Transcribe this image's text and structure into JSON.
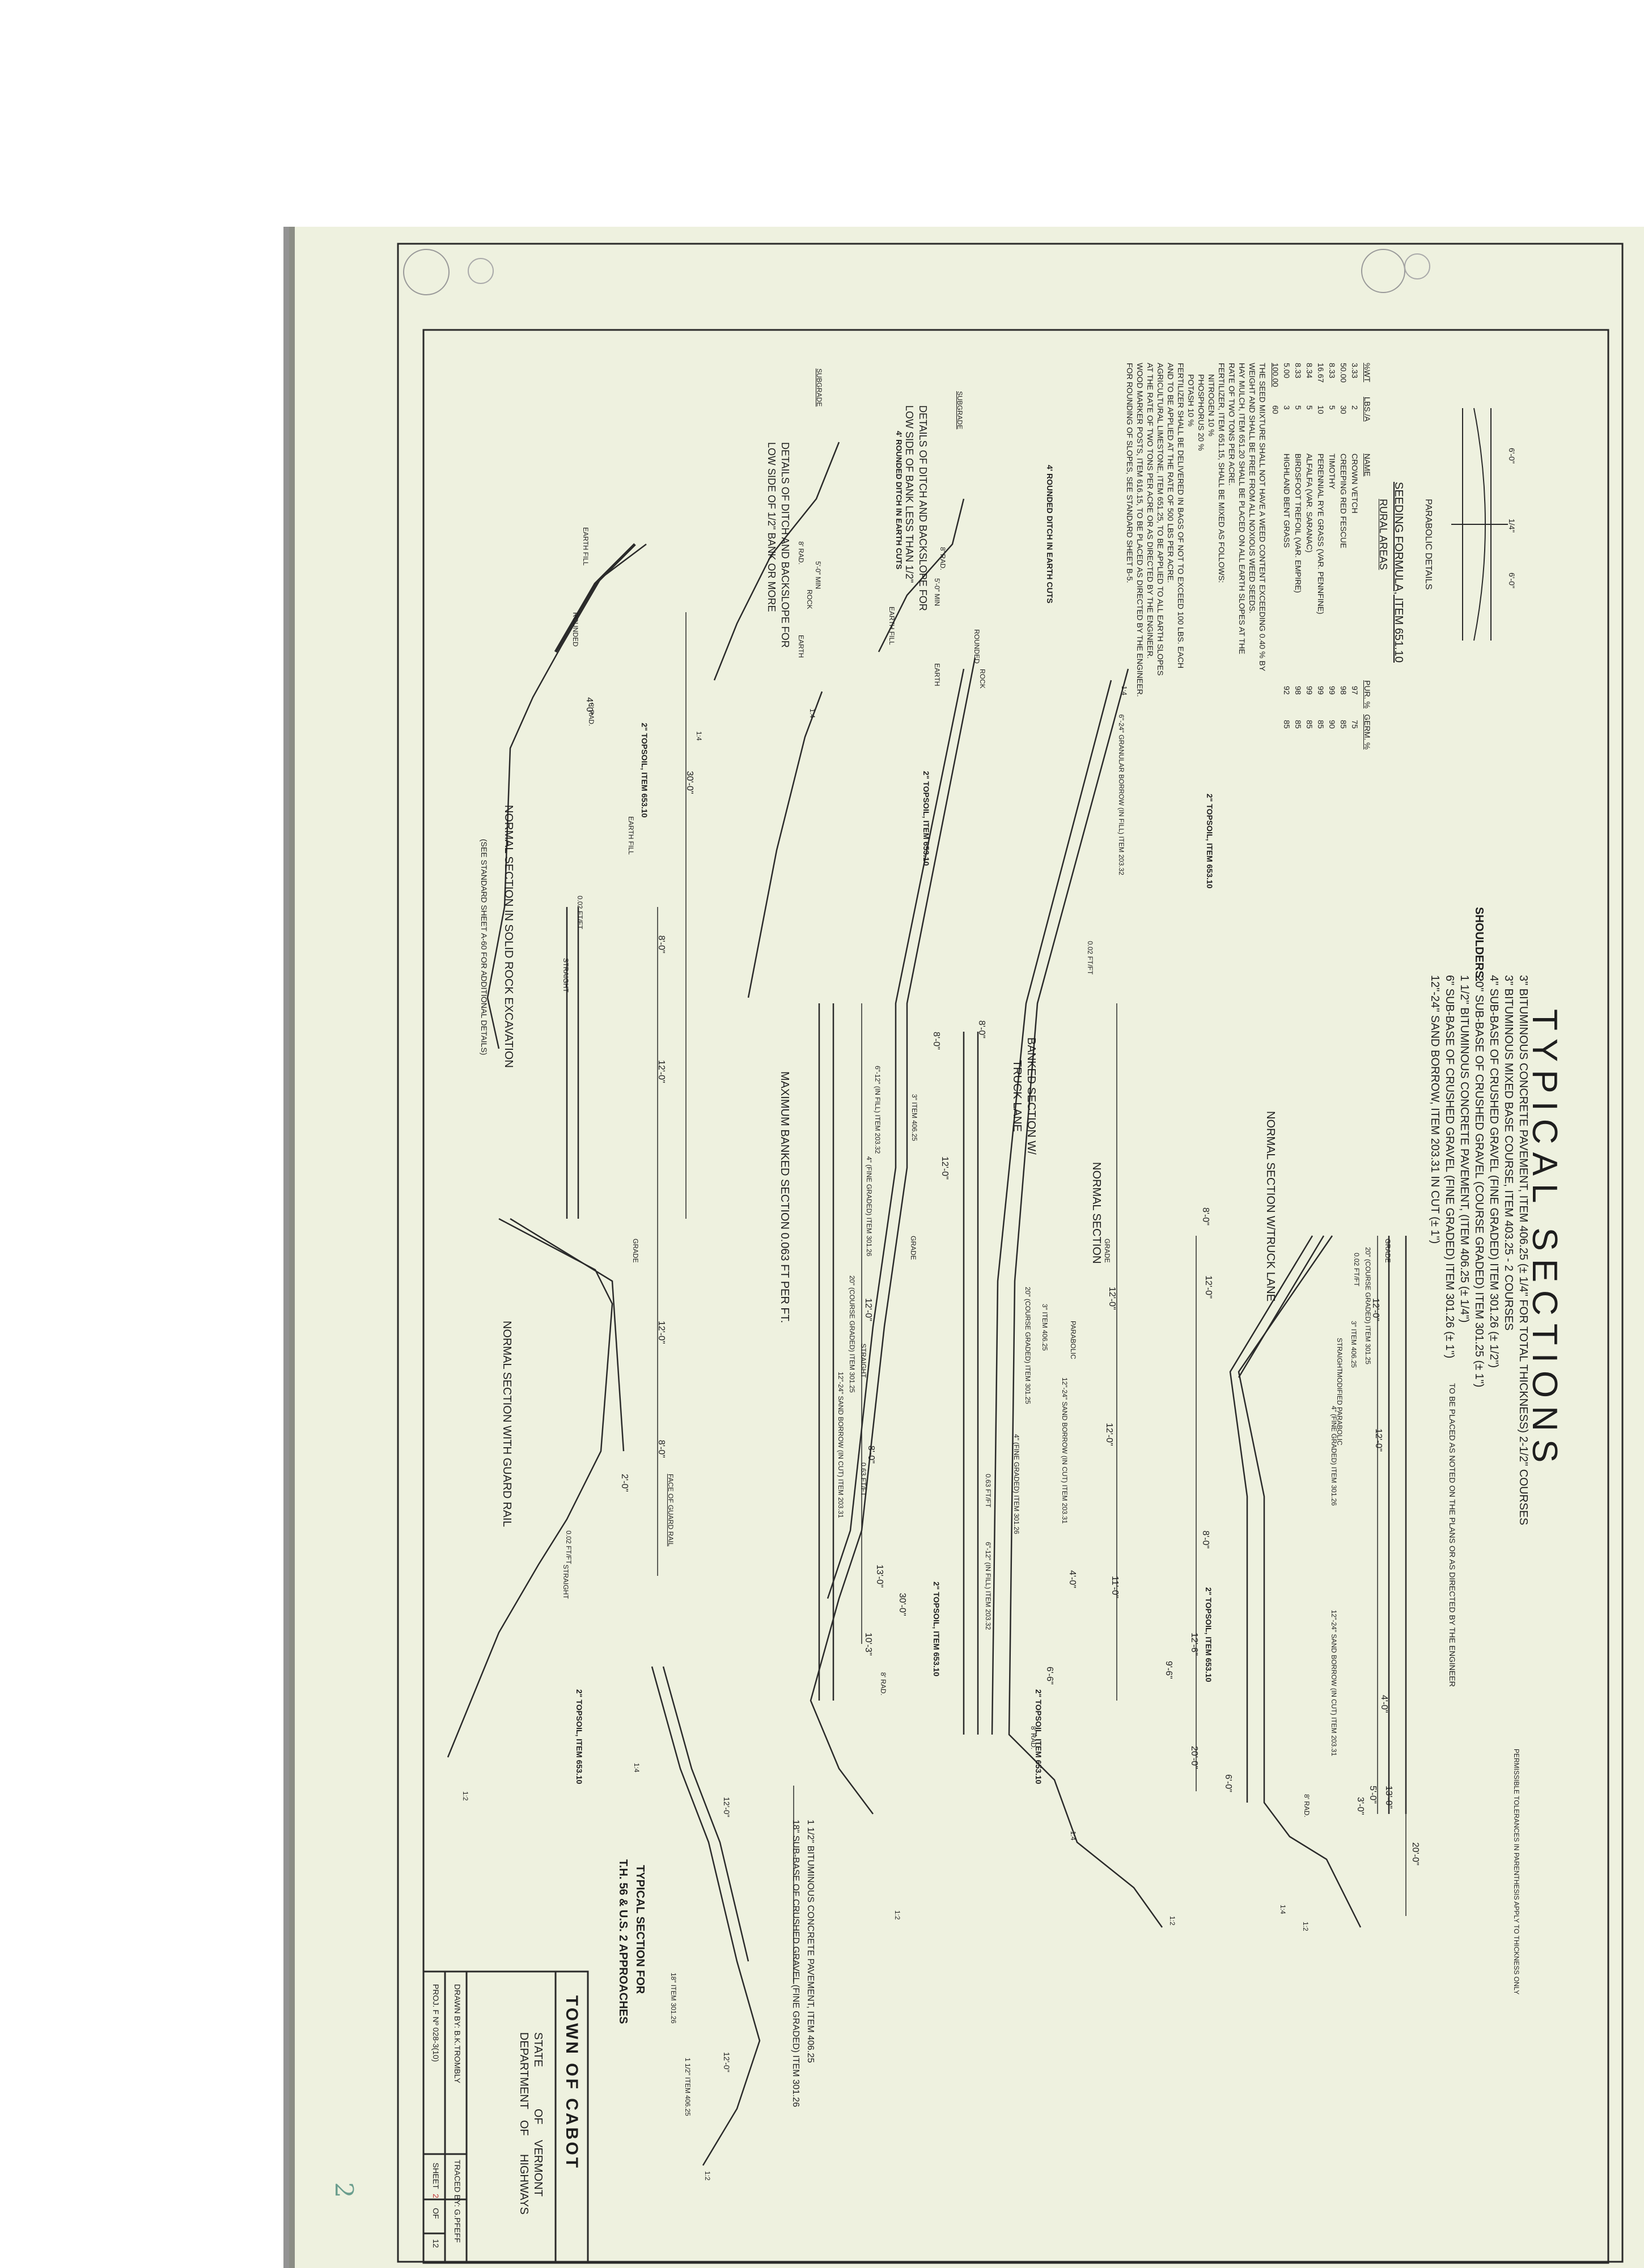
{
  "sheet": {
    "title": "TYPICAL SECTIONS",
    "tolerance_note": "PERMISSIBLE TOLERANCES IN PARENTHESIS APPLY TO THICKNESS ONLY",
    "page_mark": "2"
  },
  "notes": {
    "pavement_lines": [
      "3\" BITUMINOUS CONCRETE PAVEMENT, ITEM 406.25 (± 1/4\" FOR TOTAL THICKNESS) 2-1/2\" COURSES",
      "3\" BITUMINOUS MIXED BASE COURSE, ITEM 403.25 - 2 COURSES",
      "4\" SUB-BASE OF CRUSHED GRAVEL (FINE GRADED) ITEM 301.26 (± 1/2\")",
      "20\" SUB-BASE OF CRUSHED GRAVEL (COURSE GRADED) ITEM 301.25 (± 1\")"
    ],
    "shoulders_label": "SHOULDERS:",
    "shoulder_lines": [
      "1 1/2\" BITUMINOUS CONCRETE PAVEMENT, (ITEM 406.25 (± 1/4\")",
      "6\" SUB-BASE OF CRUSHED GRAVEL (FINE GRADED) ITEM 301.26 (± 1\")",
      "12\"-24\" SAND BORROW, ITEM 203.31 IN CUT (± 1\")"
    ],
    "placement_note": "TO BE PLACED AS NOTED ON THE PLANS OR AS DIRECTED BY THE ENGINEER"
  },
  "seeding": {
    "title": "SEEDING FORMULA, ITEM 651.10",
    "subtitle": "RURAL AREAS",
    "headers": [
      "%WT",
      "LBS./A",
      "NAME",
      "PUR. %",
      "GERM. %"
    ],
    "rows": [
      [
        "3.33",
        "2",
        "CROWN VETCH",
        "97",
        "75"
      ],
      [
        "50.00",
        "30",
        "CREEPING RED FESCUE",
        "98",
        "85"
      ],
      [
        "8.33",
        "5",
        "TIMOTHY",
        "99",
        "90"
      ],
      [
        "16.67",
        "10",
        "PERENNIAL RYE GRASS (VAR. PENNFINE)",
        "99",
        "85"
      ],
      [
        "8.34",
        "5",
        "ALFALFA (VAR. SARANAC)",
        "99",
        "85"
      ],
      [
        "8.33",
        "5",
        "BIRDSFOOT TREFOIL (VAR. EMPIRE)",
        "98",
        "85"
      ],
      [
        "5.00",
        "3",
        "HIGHLAND BENT GRASS",
        "92",
        "85"
      ]
    ],
    "total": [
      "100.00",
      "60"
    ],
    "notes": [
      "THE SEED MIXTURE SHALL NOT HAVE A WEED CONTENT EXCEEDING 0.40 % BY",
      "WEIGHT AND SHALL BE FREE FROM ALL NOXIOUS WEED SEEDS.",
      "HAY MULCH, ITEM 651.20 SHALL BE PLACED ON ALL EARTH SLOPES AT THE",
      "RATE OF TWO TONS PER ACRE.",
      "FERTILIZER, ITEM 651.15, SHALL BE MIXED AS FOLLOWS:",
      "NITROGEN  10 %",
      "PHOSPHORUS  20 %",
      "POTASH  10 %",
      "FERTILIZER SHALL BE DELIVERED IN BAGS OF NOT TO EXCEED 100 LBS. EACH",
      "AND TO BE APPLIED AT THE RATE OF 500 LBS PER ACRE.",
      "AGRICULTURAL LIMESTONE, ITEM 651.25, TO BE APPLIED TO ALL EARTH SLOPES",
      "AT THE RATE OF TWO TONS PER ACRE OR AS DIRECTED BY THE ENGINEER.",
      "WOOD MARKER POSTS, ITEM 616.15, TO BE PLACED AS DIRECTED BY THE ENGINEER.",
      "FOR ROUNDING OF SLOPES, SEE STANDARD SHEET B-5."
    ]
  },
  "parabolic": {
    "title": "PARABOLIC DETAILS",
    "dims": [
      "6'-0\"",
      "1/4\"",
      "6'-0\""
    ]
  },
  "sections": {
    "truck_lane": "NORMAL SECTION W/TRUCK LANE",
    "normal": "NORMAL SECTION",
    "banked_truck_1": "BANKED SECTION W/",
    "banked_truck_2": "TRUCK LANE",
    "max_banked": "MAXIMUM BANKED SECTION 0.063 FT PER FT.",
    "rock": "NORMAL SECTION IN SOLID ROCK EXCAVATION",
    "rock_note": "(SEE STANDARD SHEET A-60 FOR ADDITIONAL DETAILS)",
    "guard_rail": "NORMAL SECTION WITH GUARD RAIL",
    "ditch_detail_1": "DETAILS OF DITCH AND BACKSLOPE FOR",
    "ditch_detail_1b": "LOW SIDE OF BANK LESS THAN 1/2\"",
    "ditch_detail_2": "DETAILS OF DITCH AND BACKSLOPE FOR",
    "ditch_detail_2b": "LOW SIDE OF 1/2\" BANK OR MORE",
    "rounded_ditch": "4' ROUNDED DITCH IN EARTH CUTS"
  },
  "labels": {
    "topsoil": "2\" TOPSOIL, ITEM 653.10",
    "grade": "GRADE",
    "straight": "STRAIGHT",
    "slope": "0.02 FT/FT",
    "banked_slope": "0.63 FT/FT",
    "sand_borrow": "12\"-24\" SAND BORROW (IN CUT) ITEM 203.31",
    "in_fill": "6\"-12\" (IN FILL) ITEM 203.32",
    "subbase_coarse": "20\" (COURSE GRADED) ITEM 301.25",
    "subbase_fine": "4\" (FINE GRADED) ITEM 301.26",
    "bit_pavement": "3\" ITEM 406.25",
    "earth_fill": "EARTH FILL",
    "earth": "EARTH",
    "rock": "ROCK",
    "rounded": "ROUNDED",
    "subgrade": "SUBGRADE",
    "face_guard_rail": "FACE OF GUARD RAIL",
    "modified_parabolic": "MODIFIED PARABOLIC",
    "parabolic": "PARABOLIC",
    "rad": "8' RAD.",
    "min": "5'-0\" MIN",
    "granular": "6\"-24\" GRANULAR BORROW (IN FILL) ITEM 203.32",
    "slope_1_4": "1:4",
    "slope_1_2": "1:2",
    "dims": [
      "12'-0\"",
      "8'-0\"",
      "4'-0\"",
      "6'-0\"",
      "11'-0\"",
      "30'-0\"",
      "20'-0\"",
      "13'-0\"",
      "10'-3\"",
      "5'-0\"",
      "3'-0\"",
      "4'-0\"",
      "2'-0\"",
      "9'-6\"",
      "6'-6\"",
      "12'-6\""
    ]
  },
  "approach": {
    "title_1": "TYPICAL SECTION FOR",
    "title_2": "T.H. 56 & U.S. 2 APPROACHES",
    "line1": "1 1/2\" BITUMINOUS CONCRETE PAVEMENT, ITEM 406.25",
    "line2": "18\" SUB-BASE OF CRUSHED GRAVEL (FINE GRADED) ITEM 301.26",
    "dim_left": "12'-0\"",
    "dim_right": "12'-0\"",
    "lbl_18": "18\" ITEM 301.26",
    "lbl_1half": "1 1/2\" ITEM 406.25"
  },
  "title_block": {
    "town": "TOWN OF CABOT",
    "state_1": "STATE",
    "state_2": "DEPARTMENT",
    "of_1": "OF",
    "of_2": "OF",
    "vermont": "VERMONT",
    "highways": "HIGHWAYS",
    "drawn": "DRAWN BY: B.K.TROMBLY",
    "traced": "TRACED BY: G.PFEFF",
    "proj": "PROJ. F Nº 028-3(10)",
    "sheet": "SHEET",
    "sheet_no": "2",
    "of": "OF",
    "total": "12"
  }
}
